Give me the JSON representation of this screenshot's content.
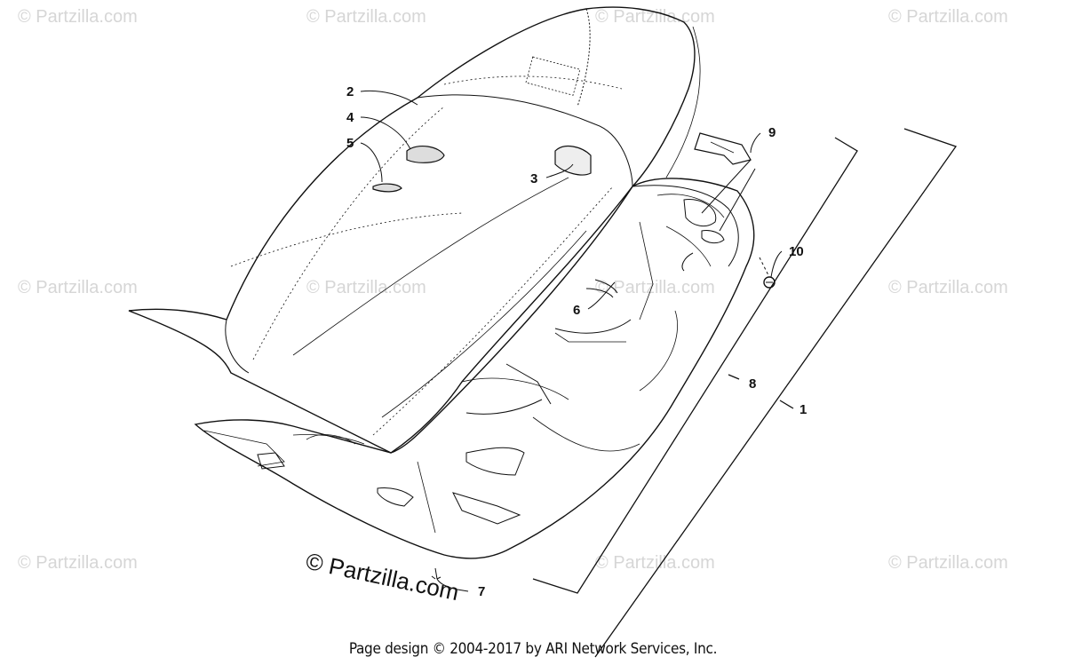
{
  "callouts": [
    "1",
    "2",
    "3",
    "4",
    "5",
    "6",
    "7",
    "8",
    "9",
    "10"
  ],
  "watermark_text": "© Partzilla.com",
  "watermark_main": "© Partzilla.com",
  "footer": "Page design © 2004-2017 by ARI Network Services, Inc."
}
